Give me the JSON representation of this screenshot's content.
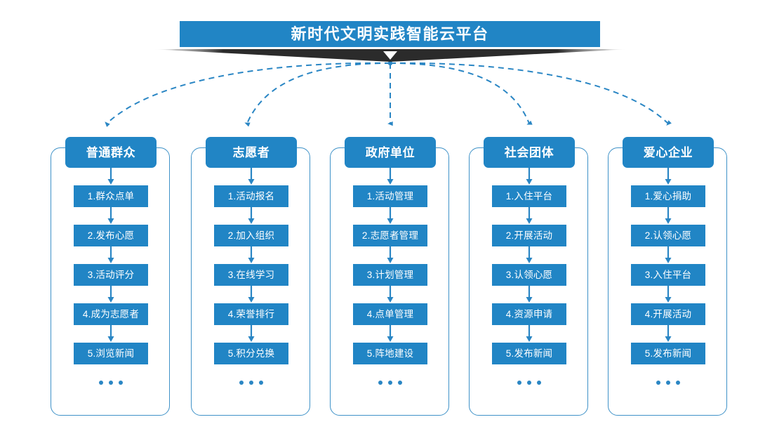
{
  "diagram": {
    "type": "flowchart",
    "title": "新时代文明实践智能云平台",
    "accent_color": "#2185c5",
    "frame_border_color": "#3f92c8",
    "ribbon_color": "#2b2b2b",
    "background": "#ffffff",
    "ellipsis": "...",
    "columns": [
      {
        "header": "普通群众",
        "steps": [
          "1.群众点单",
          "2.发布心愿",
          "3.活动评分",
          "4.成为志愿者",
          "5.浏览新闻"
        ]
      },
      {
        "header": "志愿者",
        "steps": [
          "1.活动报名",
          "2.加入组织",
          "3.在线学习",
          "4.荣誉排行",
          "5.积分兑换"
        ]
      },
      {
        "header": "政府单位",
        "steps": [
          "1.活动管理",
          "2.志愿者管理",
          "3.计划管理",
          "4.点单管理",
          "5.阵地建设"
        ]
      },
      {
        "header": "社会团体",
        "steps": [
          "1.入住平台",
          "2.开展活动",
          "3.认领心愿",
          "4.资源申请",
          "5.发布新闻"
        ]
      },
      {
        "header": "爱心企业",
        "steps": [
          "1.爱心捐助",
          "2.认领心愿",
          "3.入住平台",
          "4.开展活动",
          "5.发布新闻"
        ]
      }
    ]
  }
}
